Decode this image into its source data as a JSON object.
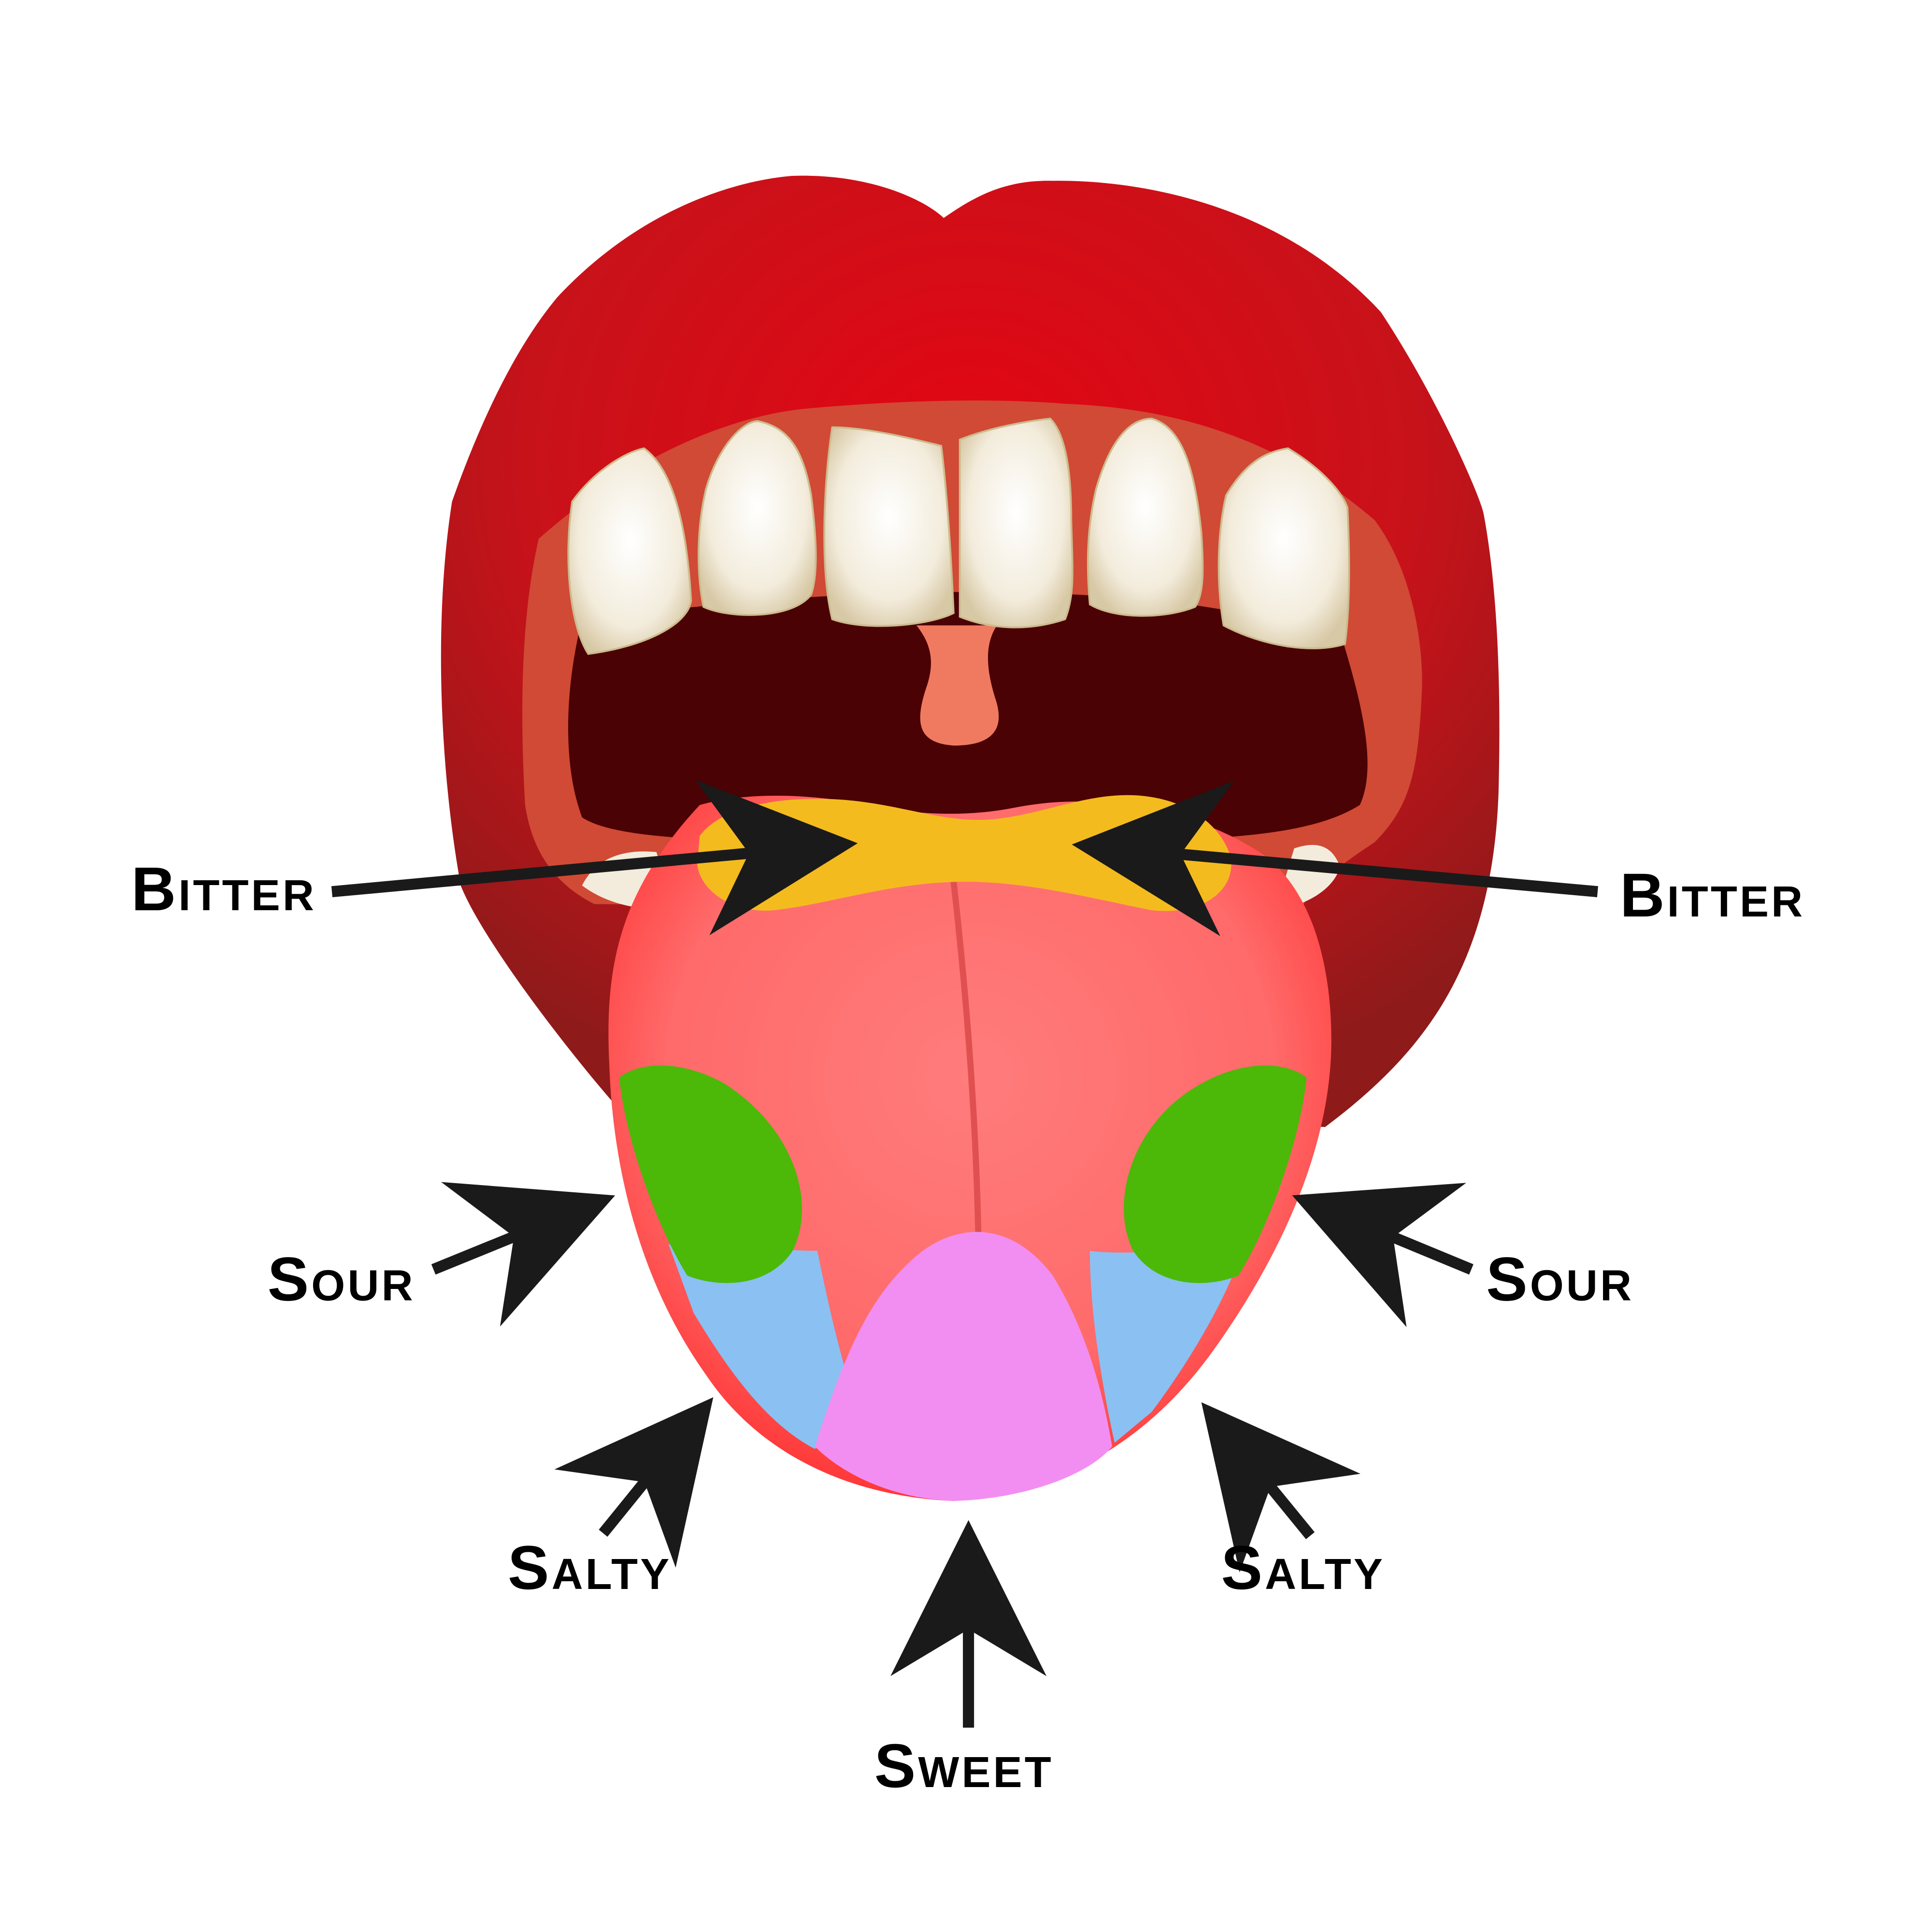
{
  "colors": {
    "background": "#ffffff",
    "lips": "#e30613",
    "lips_dark": "#8f1a1a",
    "gums": "#d04a35",
    "mouth_interior": "#4a0204",
    "uvula": "#f07a60",
    "teeth": "#f3ecdc",
    "tongue": "#ff7a7a",
    "tongue_edge": "#ff3a3a",
    "bitter_zone": "#f4bb1f",
    "sour_zone": "#4cb808",
    "salty_zone": "#8ac0f2",
    "sweet_zone": "#f28ef2",
    "label_text": "#000000",
    "arrow": "#1a1a1a"
  },
  "labels": {
    "bitter_left": "Bitter",
    "bitter_right": "Bitter",
    "sour_left": "Sour",
    "sour_right": "Sour",
    "salty_left": "Salty",
    "salty_right": "Salty",
    "sweet": "Sweet"
  },
  "icons": {
    "mouth": "open-mouth-illustration",
    "tongue": "tongue-taste-map",
    "arrow": "arrowhead-icon"
  }
}
